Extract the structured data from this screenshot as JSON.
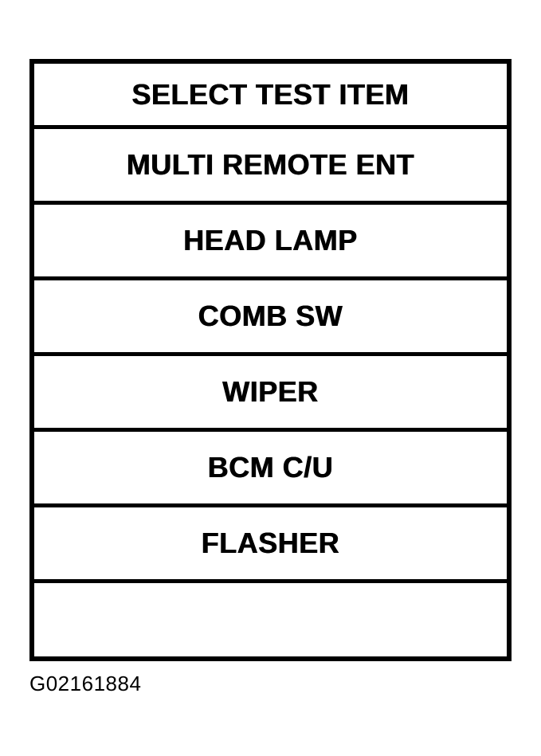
{
  "menu": {
    "header": "SELECT TEST ITEM",
    "items": [
      "MULTI REMOTE ENT",
      "HEAD LAMP",
      "COMB SW",
      "WIPER",
      "BCM C/U",
      "FLASHER"
    ],
    "empty_row": ""
  },
  "figure": {
    "caption_id": "G02161884"
  },
  "colors": {
    "foreground": "#000000",
    "background": "#ffffff"
  }
}
